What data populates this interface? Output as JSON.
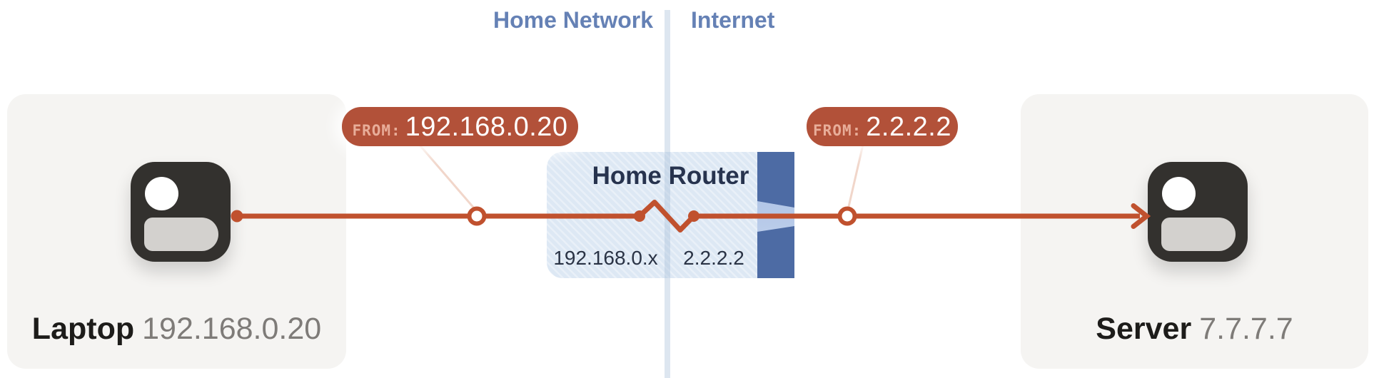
{
  "zones": {
    "home": "Home Network",
    "internet": "Internet"
  },
  "laptop": {
    "name": "Laptop",
    "ip": "192.168.0.20"
  },
  "server": {
    "name": "Server",
    "ip": "7.7.7.7"
  },
  "router": {
    "title": "Home Router",
    "lan_ip": "192.168.0.x",
    "wan_ip": "2.2.2.2"
  },
  "packets": {
    "lan": {
      "label": "FROM:",
      "value": "192.168.0.20"
    },
    "wan": {
      "label": "FROM:",
      "value": "2.2.2.2"
    }
  },
  "colors": {
    "flow_line": "#c0512e",
    "packet_badge": "#b25139",
    "badge_from_text": "#e8ad99",
    "zone_label": "#6581b5",
    "zone_divider": "#dbe5f0",
    "nat_bar": "#4d6ba4",
    "nat_funnel": "#b6c8e8",
    "router_box": "#dfe9f5",
    "router_text": "#27334e",
    "card_bg": "#f5f4f2",
    "icon_bg": "#33312e"
  }
}
